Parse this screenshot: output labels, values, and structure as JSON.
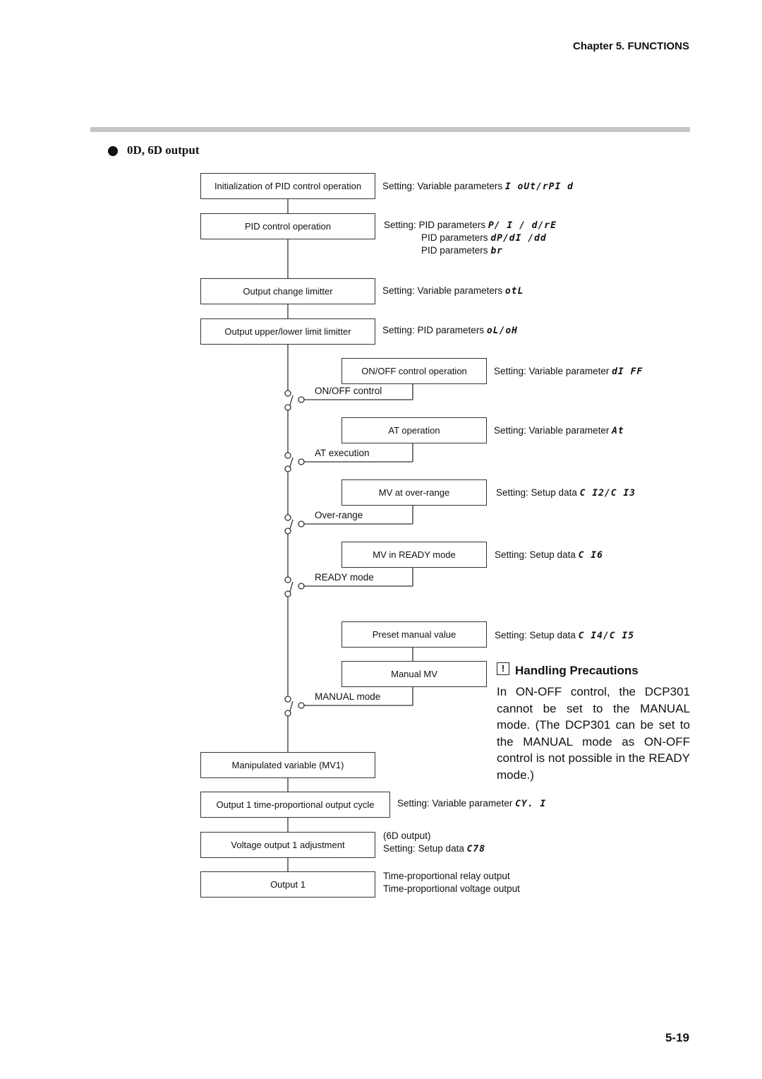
{
  "header": {
    "chapter": "Chapter 5. FUNCTIONS"
  },
  "section": {
    "title": "0D, 6D output"
  },
  "boxes": {
    "init_pid": "Initialization of PID control operation",
    "pid_op": "PID control operation",
    "change_limiter": "Output change limitter",
    "ul_limiter": "Output upper/lower limit limitter",
    "onoff_op": "ON/OFF control operation",
    "at_op": "AT operation",
    "mv_overrange": "MV at over-range",
    "mv_ready": "MV in READY mode",
    "preset_manual": "Preset manual value",
    "manual_mv": "Manual MV",
    "mv1": "Manipulated variable (MV1)",
    "cycle": "Output 1 time-proportional  output cycle",
    "voltage_adj": "Voltage output 1 adjustment",
    "output1": "Output 1"
  },
  "switches": {
    "onoff": "ON/OFF control",
    "at": "AT execution",
    "overrange": "Over-range",
    "ready": "READY mode",
    "manual": "MANUAL mode"
  },
  "notes": {
    "init_pid": {
      "text": "Setting: Variable parameters",
      "code": "I oUt/rPI d"
    },
    "pid_op_1": {
      "text": "Setting: PID parameters",
      "code": "P/ I / d/rE"
    },
    "pid_op_2": {
      "text": "PID parameters",
      "code": "dP/dI /dd"
    },
    "pid_op_3": {
      "text": "PID parameters",
      "code": "br"
    },
    "change_limiter": {
      "text": "Setting: Variable parameters",
      "code": "otL"
    },
    "ul_limiter": {
      "text": "Setting: PID parameters",
      "code": "oL/oH"
    },
    "onoff_op": {
      "text": "Setting: Variable parameter",
      "code": "dI FF"
    },
    "at_op": {
      "text": "Setting: Variable parameter",
      "code": "At"
    },
    "mv_overrange": {
      "text": "Setting: Setup data",
      "code": "C I2/C I3"
    },
    "mv_ready": {
      "text": "Setting: Setup data",
      "code": "C I6"
    },
    "preset_manual": {
      "text": "Setting: Setup data",
      "code": "C I4/C I5"
    },
    "cycle": {
      "text": "Setting: Variable parameter",
      "code": "CY. I"
    },
    "voltage_adj_1": "(6D output)",
    "voltage_adj_2": {
      "text": "Setting: Setup data",
      "code": "C78"
    },
    "output1_1": "Time-proportional relay output",
    "output1_2": "Time-proportional voltage output"
  },
  "precautions": {
    "icon": "!",
    "title": "Handling Precautions",
    "text": "In ON-OFF control, the DCP301 cannot be set to the MANUAL mode. (The DCP301 can be set to the MANUAL mode as ON-OFF control is not possible in the READY mode.)"
  },
  "footer": {
    "page_number": "5-19"
  }
}
